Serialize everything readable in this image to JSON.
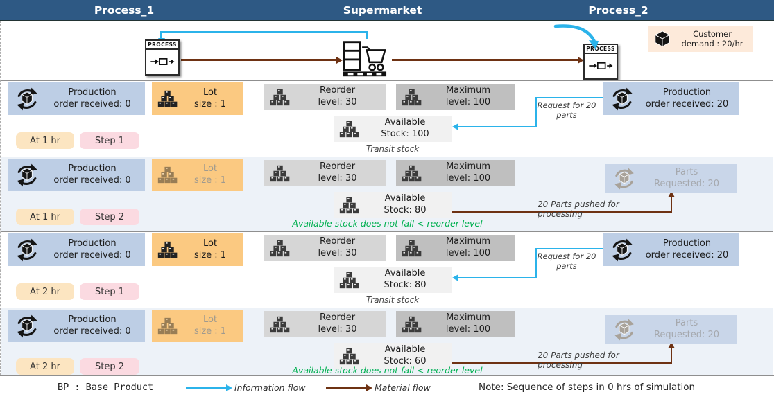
{
  "header": {
    "columns": [
      "Process_1",
      "Supermarket",
      "Process_2"
    ]
  },
  "top": {
    "process_label": "PROCESS",
    "customer_demand": {
      "line1": "Customer",
      "line2": "demand : 20/hr"
    }
  },
  "icons": {
    "production": "cycle-box-icon",
    "stock": "stacked-boxes-icon",
    "supermarket": "shelf-cart-icon",
    "process": "process-step-icon",
    "demand": "package-cube-icon"
  },
  "rows": [
    {
      "production": {
        "line1": "Production",
        "line2": "order received: 0"
      },
      "lot": {
        "line1": "Lot",
        "line2": "size : 1"
      },
      "time": "At 1 hr",
      "step": "Step 1",
      "reorder": {
        "line1": "Reorder",
        "line2": "level: 30"
      },
      "maximum": {
        "line1": "Maximum",
        "line2": "level: 100"
      },
      "available": {
        "line1": "Available",
        "line2": "Stock: 100"
      },
      "note": "Transit stock",
      "annotation": "Request for 20 parts",
      "right_box": {
        "line1": "Production",
        "line2": "order received: 20"
      }
    },
    {
      "production": {
        "line1": "Production",
        "line2": "order received: 0"
      },
      "lot": {
        "line1": "Lot",
        "line2": "size : 1"
      },
      "time": "At 1 hr",
      "step": "Step 2",
      "reorder": {
        "line1": "Reorder",
        "line2": "level: 30"
      },
      "maximum": {
        "line1": "Maximum",
        "line2": "level: 100"
      },
      "available": {
        "line1": "Available",
        "line2": "Stock: 80"
      },
      "note": "Available stock does not fall < reorder level",
      "annotation": "20 Parts pushed for processing",
      "right_box": {
        "line1": "Parts",
        "line2": "Requested: 20"
      }
    },
    {
      "production": {
        "line1": "Production",
        "line2": "order received: 0"
      },
      "lot": {
        "line1": "Lot",
        "line2": "size : 1"
      },
      "time": "At 2 hr",
      "step": "Step 1",
      "reorder": {
        "line1": "Reorder",
        "line2": "level: 30"
      },
      "maximum": {
        "line1": "Maximum",
        "line2": "level: 100"
      },
      "available": {
        "line1": "Available",
        "line2": "Stock: 80"
      },
      "note": "Transit stock",
      "annotation": "Request for 20 parts",
      "right_box": {
        "line1": "Production",
        "line2": "order received: 20"
      }
    },
    {
      "production": {
        "line1": "Production",
        "line2": "order received: 0"
      },
      "lot": {
        "line1": "Lot",
        "line2": "size : 1"
      },
      "time": "At 2 hr",
      "step": "Step 2",
      "reorder": {
        "line1": "Reorder",
        "line2": "level: 30"
      },
      "maximum": {
        "line1": "Maximum",
        "line2": "level: 100"
      },
      "available": {
        "line1": "Available",
        "line2": "Stock: 60"
      },
      "note": "Available stock does not fall < reorder level",
      "annotation": "20 Parts pushed for processing",
      "right_box": {
        "line1": "Parts",
        "line2": "Requested: 20"
      }
    }
  ],
  "legend": {
    "bp": "BP : Base Product",
    "information_flow": "Information flow",
    "material_flow": "Material flow",
    "note": "Note: Sequence of steps in 0 hrs of simulation"
  },
  "colors": {
    "header": "#2e5984",
    "information_flow": "#2bb3ea",
    "material_flow": "#6e3213",
    "ok_note_green": "#00b050"
  }
}
